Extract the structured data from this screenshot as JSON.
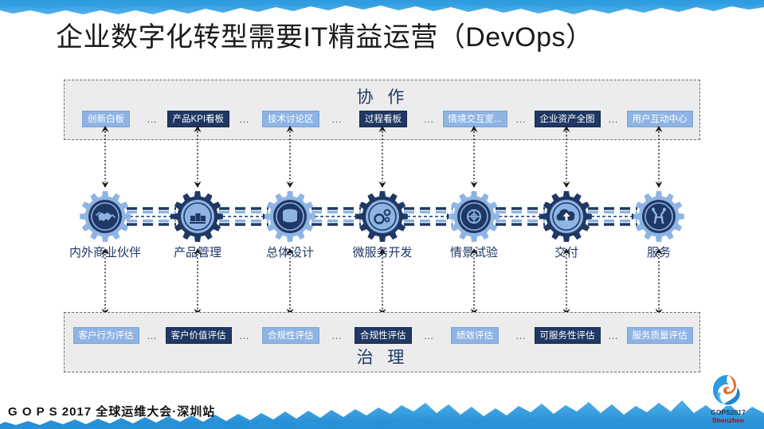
{
  "slide": {
    "title": "企业数字化转型需要IT精益运营（DevOps）",
    "background_color": "#ffffff",
    "banner_color": "#2E9BE0"
  },
  "colors": {
    "light_blue": "#8EB4E3",
    "dark_navy": "#1F3864",
    "panel_fill": "#ECECEC",
    "panel_border": "#6F6F6F",
    "label_text": "#1F3864",
    "brand_blue": "#2E9BE0",
    "brand_orange": "#E8682A",
    "brand_red": "#C00000"
  },
  "collaboration_panel": {
    "label": "协 作",
    "separator": "…",
    "items": [
      {
        "label": "创新白板",
        "style": "light"
      },
      {
        "label": "产品KPI看板",
        "style": "dark"
      },
      {
        "label": "技术讨论区",
        "style": "light"
      },
      {
        "label": "过程看板",
        "style": "dark"
      },
      {
        "label": "情境交互室...",
        "style": "light"
      },
      {
        "label": "企业资产全图",
        "style": "dark"
      },
      {
        "label": "用户互动中心",
        "style": "light"
      }
    ]
  },
  "governance_panel": {
    "label": "治 理",
    "separator": "…",
    "items": [
      {
        "label": "客户行为评估",
        "style": "light"
      },
      {
        "label": "客户价值评估",
        "style": "dark"
      },
      {
        "label": "合规性评估",
        "style": "light"
      },
      {
        "label": "合规性评估",
        "style": "dark"
      },
      {
        "label": "绩效评估",
        "style": "light"
      },
      {
        "label": "可服务性评估",
        "style": "dark"
      },
      {
        "label": "服务质量评估",
        "style": "light"
      }
    ]
  },
  "pipeline": {
    "nodes": [
      {
        "label": "内外商业伙伴",
        "icon": "handshake-icon",
        "style": "light"
      },
      {
        "label": "产品管理",
        "icon": "product-boxes-icon",
        "style": "dark"
      },
      {
        "label": "总体设计",
        "icon": "database-icon",
        "style": "light"
      },
      {
        "label": "微服务开发",
        "icon": "microservices-icon",
        "style": "dark"
      },
      {
        "label": "情景试验",
        "icon": "test-target-icon",
        "style": "light"
      },
      {
        "label": "交付",
        "icon": "cloud-upload-icon",
        "style": "dark"
      },
      {
        "label": "服务",
        "icon": "wrench-tools-icon",
        "style": "light"
      }
    ]
  },
  "footer": {
    "conference": "G O P S 2017 全球运维大会·深圳站",
    "logo_line1": "GOPS2017",
    "logo_line2": "Shenzhen"
  }
}
